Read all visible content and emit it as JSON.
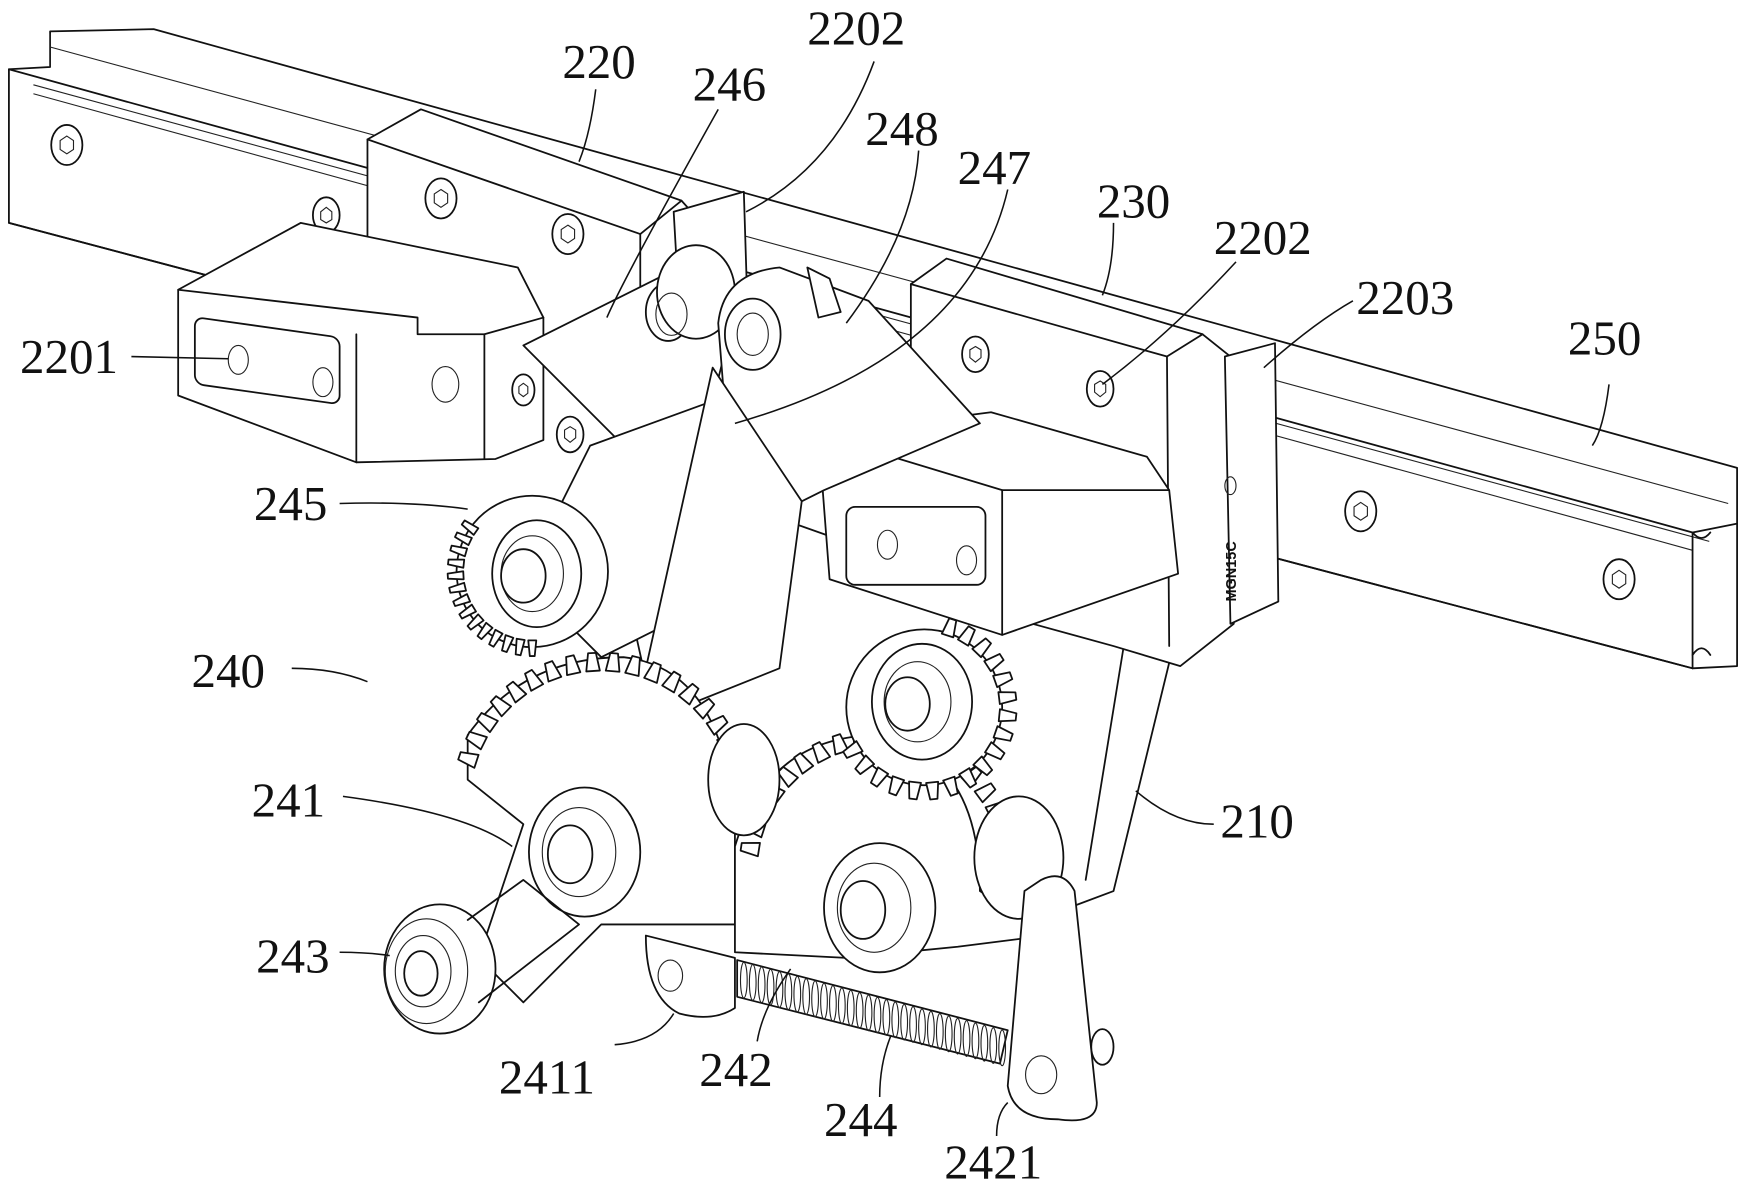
{
  "figure": {
    "type": "patent mechanical line drawing, isometric view",
    "rail_marking": "MGN15C",
    "reference_labels": [
      {
        "id": "2201",
        "text": "2201"
      },
      {
        "id": "220",
        "text": "220"
      },
      {
        "id": "246",
        "text": "246"
      },
      {
        "id": "2202a",
        "text": "2202"
      },
      {
        "id": "248",
        "text": "248"
      },
      {
        "id": "247",
        "text": "247"
      },
      {
        "id": "230",
        "text": "230"
      },
      {
        "id": "2202b",
        "text": "2202"
      },
      {
        "id": "2203",
        "text": "2203"
      },
      {
        "id": "250",
        "text": "250"
      },
      {
        "id": "245",
        "text": "245"
      },
      {
        "id": "240",
        "text": "240"
      },
      {
        "id": "241",
        "text": "241"
      },
      {
        "id": "210",
        "text": "210"
      },
      {
        "id": "243",
        "text": "243"
      },
      {
        "id": "2411",
        "text": "2411"
      },
      {
        "id": "242",
        "text": "242"
      },
      {
        "id": "244",
        "text": "244"
      },
      {
        "id": "2421",
        "text": "2421"
      }
    ]
  }
}
